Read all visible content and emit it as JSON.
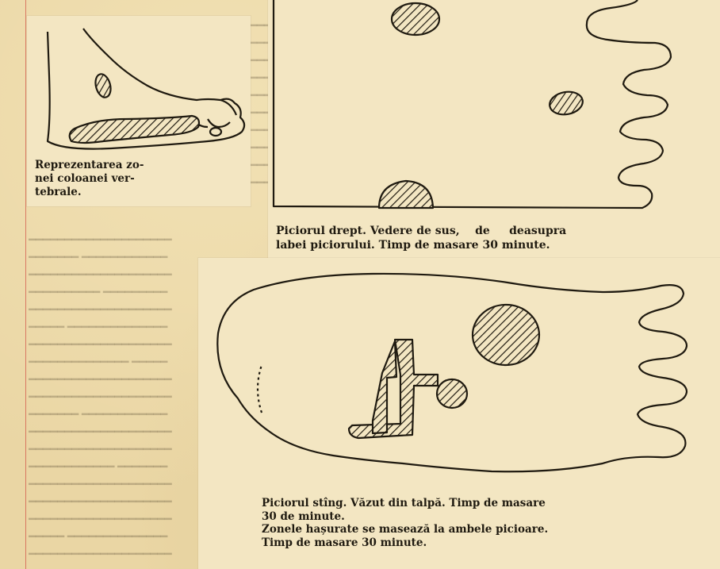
{
  "figure_side": {
    "caption": [
      "Reprezentarea zo-",
      "nei coloanei ver-",
      "tebrale."
    ]
  },
  "figure_top": {
    "caption": [
      "Piciorul drept. Vedere de sus,    de     deasupra",
      "labei piciorului. Timp de masare 30 minute."
    ]
  },
  "figure_bottom": {
    "caption": [
      "Piciorul stîng. Văzut din talpă. Timp de masare",
      "30 de minute.",
      "Zonele hașurate se masează la ambele picioare.",
      "Timp de masare 30 minute."
    ]
  },
  "colors": {
    "paper": "#ead6a4",
    "ink": "#1f1a10",
    "margin_rule": "#c82828"
  }
}
